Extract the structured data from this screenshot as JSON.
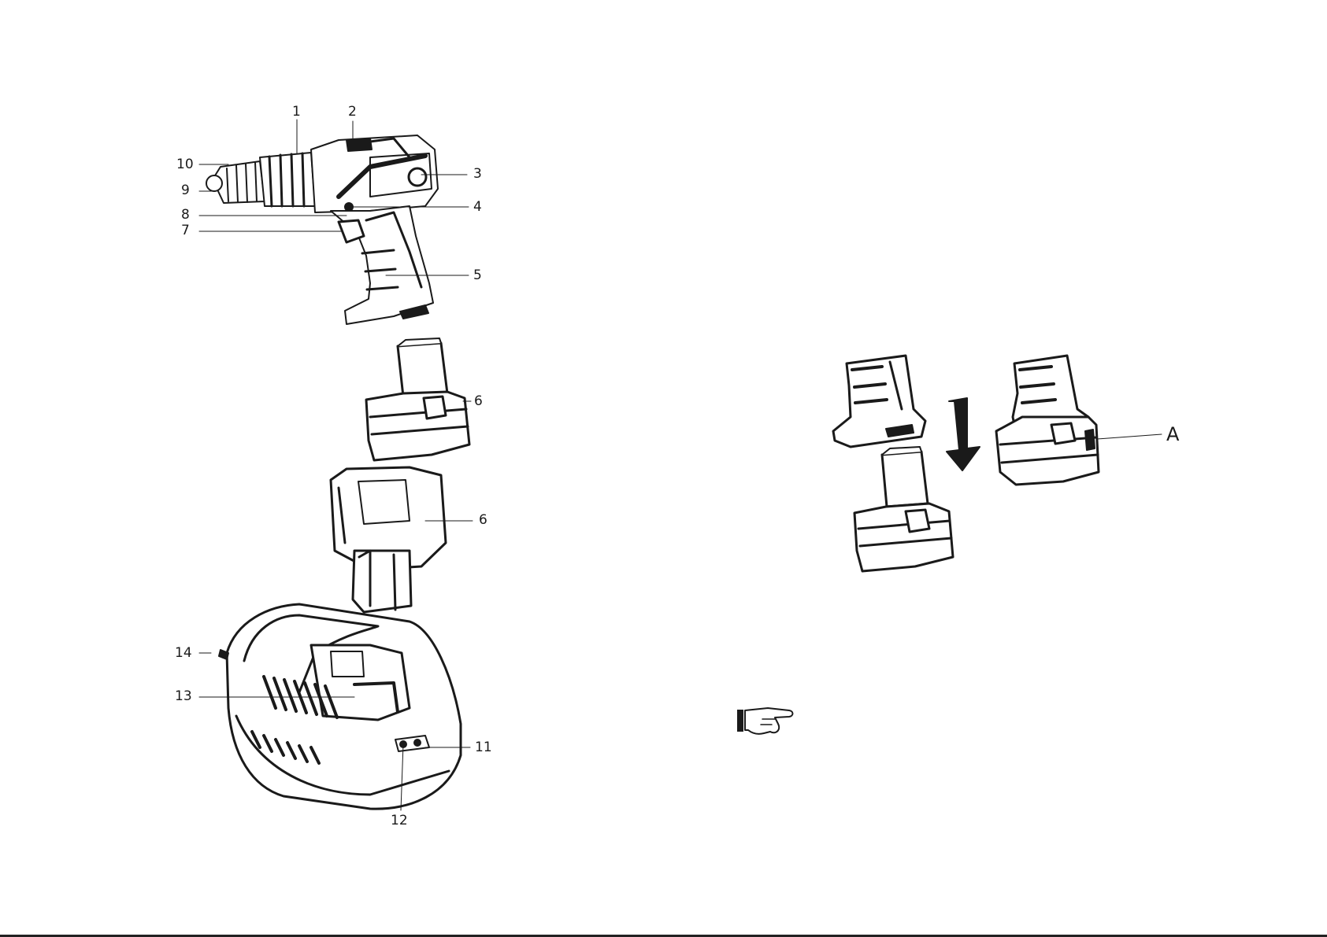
{
  "left_figure": {
    "drill_callouts": [
      "1",
      "2",
      "3",
      "4",
      "5",
      "7",
      "8",
      "9",
      "10"
    ],
    "battery_callouts": [
      "6",
      "6"
    ],
    "charger_callouts": [
      "11",
      "12",
      "13",
      "14"
    ]
  },
  "right_figure": {
    "latch_callout": "A"
  },
  "icons": {
    "note": "pointing-hand-icon",
    "arrow": "down-arrow-icon"
  },
  "colors": {
    "line": "#1a1a1a",
    "paper": "#ffffff"
  }
}
